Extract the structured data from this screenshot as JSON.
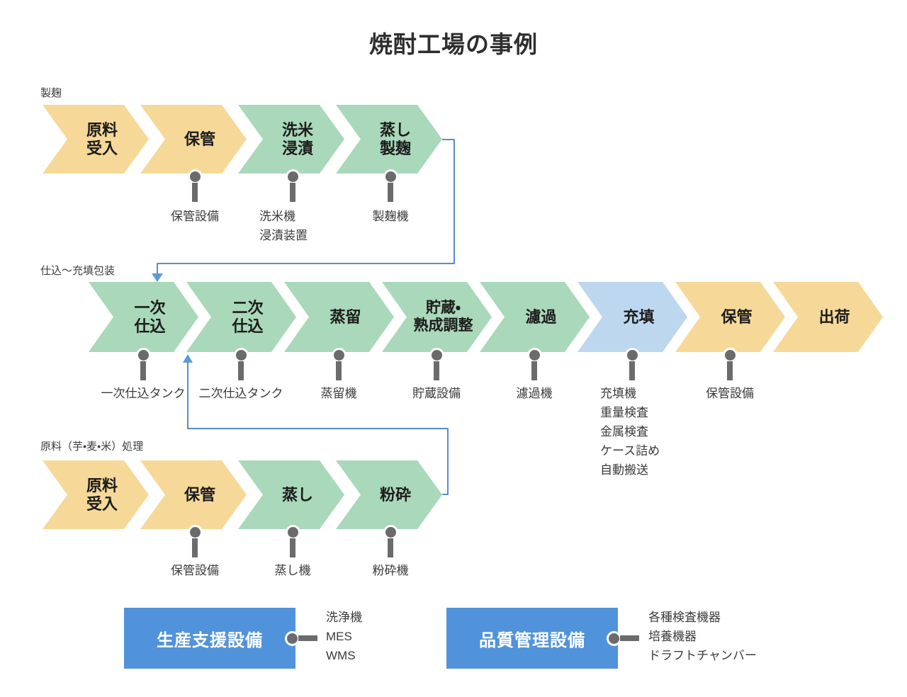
{
  "title": "焼酎工場の事例",
  "palette": {
    "step_orange": "#f6d999",
    "step_green": "#aad8ba",
    "step_lightblue": "#bdd7ee",
    "support_box_blue": "#5193da",
    "pin_gray": "#6b6b6b",
    "connector_blue": "#5b9bd5"
  },
  "sections": {
    "row1_label": "製麹",
    "row2_label": "仕込〜充填包装",
    "row3_label": "原料（芋・麦・米）処理"
  },
  "row1": {
    "steps": {
      "s1": "原料\n受入",
      "s2": "保管",
      "s3": "洗米\n浸漬",
      "s4": "蒸し\n製麹"
    },
    "equip": {
      "e1": "保管設備",
      "e2": "洗米機\n浸漬装置",
      "e3": "製麹機"
    }
  },
  "row2": {
    "steps": {
      "s1": "一次\n仕込",
      "s2": "二次\n仕込",
      "s3": "蒸留",
      "s4": "貯蔵・\n熟成調整",
      "s5": "濾過",
      "s6": "充填",
      "s7": "保管",
      "s8": "出荷"
    },
    "equip": {
      "e1": "一次仕込タンク",
      "e2": "二次仕込タンク",
      "e3": "蒸留機",
      "e4": "貯蔵設備",
      "e5": "濾過機",
      "e6": "充填機\n重量検査\n金属検査\nケース詰め\n自動搬送",
      "e7": "保管設備"
    }
  },
  "row3": {
    "steps": {
      "s1": "原料\n受入",
      "s2": "保管",
      "s3": "蒸し",
      "s4": "粉砕"
    },
    "equip": {
      "e1": "保管設備",
      "e2": "蒸し機",
      "e3": "粉砕機"
    }
  },
  "support": {
    "box1": {
      "label": "生産支援設備",
      "items": "洗浄機\nMES\nWMS"
    },
    "box2": {
      "label": "品質管理設備",
      "items": "各種検査機器\n培養機器\nドラフトチャンバー"
    }
  }
}
